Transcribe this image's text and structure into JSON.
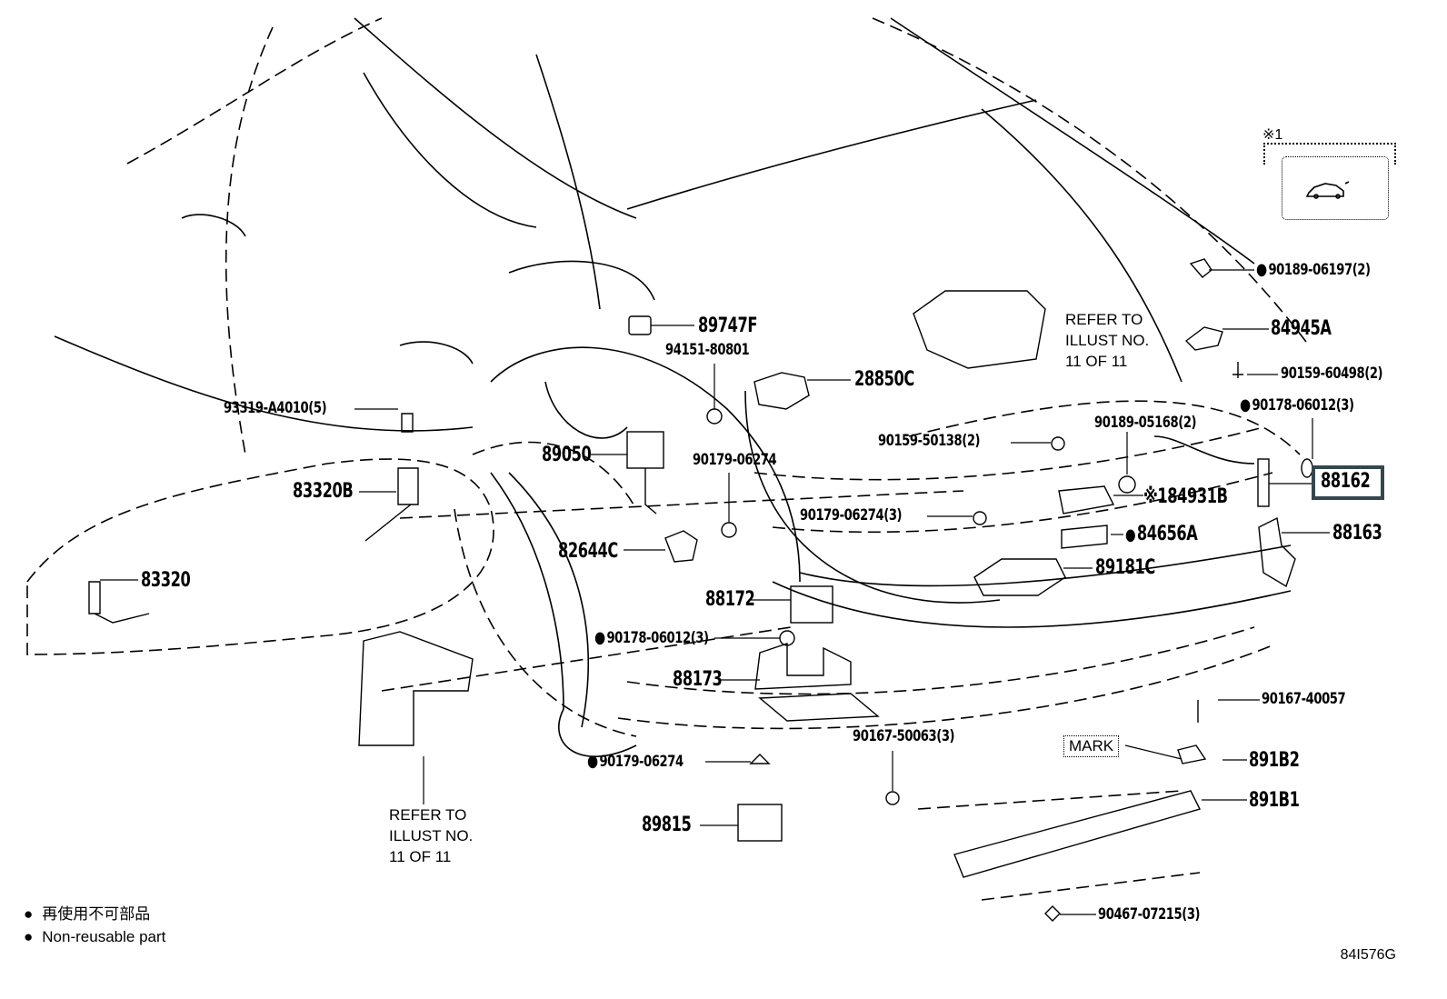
{
  "diagram": {
    "title": "Rear bumper / body electrical parts diagram",
    "illustration_code": "84I576G",
    "selector_header": "※1",
    "selector_icon": "car-trunk-open-icon",
    "highlight_color": "#34474f",
    "parts": [
      {
        "id": "p89747F",
        "number": "89747F"
      },
      {
        "id": "p94151",
        "number": "94151-80801"
      },
      {
        "id": "p28850C",
        "number": "28850C"
      },
      {
        "id": "p90189a",
        "number": "90189-06197(2)",
        "non_reusable": true
      },
      {
        "id": "p84945A",
        "number": "84945A"
      },
      {
        "id": "p90159a",
        "number": "90159-60498(2)"
      },
      {
        "id": "p90178a",
        "number": "90178-06012(3)",
        "non_reusable": true
      },
      {
        "id": "p90189b",
        "number": "90189-05168(2)"
      },
      {
        "id": "p90159b",
        "number": "90159-50138(2)"
      },
      {
        "id": "p93319",
        "number": "93319-A4010(5)"
      },
      {
        "id": "p89050",
        "number": "89050"
      },
      {
        "id": "p90179a",
        "number": "90179-06274"
      },
      {
        "id": "p88162",
        "number": "88162",
        "highlighted": true
      },
      {
        "id": "p84931B",
        "number": "※184931B"
      },
      {
        "id": "p83320B",
        "number": "83320B"
      },
      {
        "id": "p90179b",
        "number": "90179-06274(3)"
      },
      {
        "id": "p84656A",
        "number": "84656A",
        "non_reusable": true
      },
      {
        "id": "p88163",
        "number": "88163"
      },
      {
        "id": "p82644C",
        "number": "82644C"
      },
      {
        "id": "p89181C",
        "number": "89181C"
      },
      {
        "id": "p83320",
        "number": "83320"
      },
      {
        "id": "p88172",
        "number": "88172"
      },
      {
        "id": "p90178b",
        "number": "90178-06012(3)",
        "non_reusable": true
      },
      {
        "id": "p88173",
        "number": "88173"
      },
      {
        "id": "p90167a",
        "number": "90167-40057"
      },
      {
        "id": "p90167b",
        "number": "90167-50063(3)"
      },
      {
        "id": "p90179c",
        "number": "90179-06274",
        "non_reusable": true
      },
      {
        "id": "p891B2",
        "number": "891B2"
      },
      {
        "id": "p891B1",
        "number": "891B1"
      },
      {
        "id": "p89815",
        "number": "89815"
      },
      {
        "id": "p90467",
        "number": "90467-07215(3)"
      }
    ],
    "mark_label": "MARK",
    "refer_notes": [
      "REFER TO\nILLUST NO.\n11 OF 11",
      "REFER TO\nILLUST NO.\n11 OF 11"
    ]
  },
  "legend": {
    "items": [
      "再使用不可部品",
      "Non-reusable part"
    ]
  }
}
